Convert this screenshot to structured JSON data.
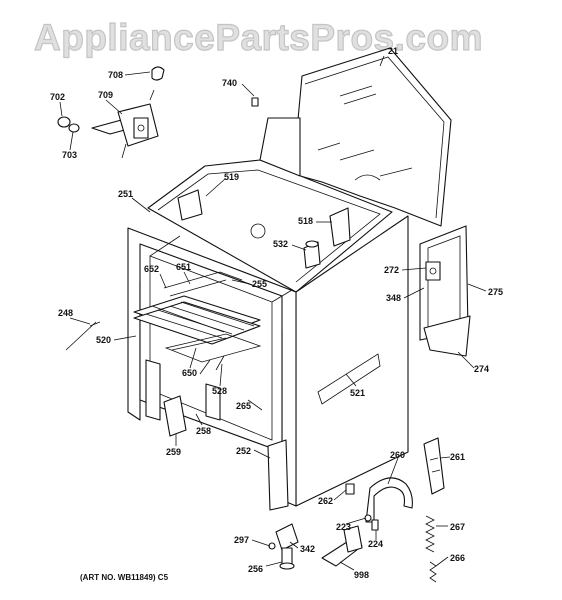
{
  "watermark": "AppliancePartsPros.com",
  "art_number": "(ART NO. WB11849) C5",
  "parts": {
    "p708": "708",
    "p702": "702",
    "p709": "709",
    "p703": "703",
    "p740": "740",
    "p21": "21",
    "p519": "519",
    "p251": "251",
    "p518": "518",
    "p532": "532",
    "p652": "652",
    "p651": "651",
    "p255": "255",
    "p272": "272",
    "p275": "275",
    "p348": "348",
    "p248": "248",
    "p520": "520",
    "p650": "650",
    "p521": "521",
    "p274": "274",
    "p528": "528",
    "p265": "265",
    "p258": "258",
    "p259": "259",
    "p252": "252",
    "p260": "260",
    "p261": "261",
    "p262": "262",
    "p223": "223",
    "p224": "224",
    "p267": "267",
    "p297": "297",
    "p342": "342",
    "p256": "256",
    "p998": "998",
    "p266": "266"
  }
}
